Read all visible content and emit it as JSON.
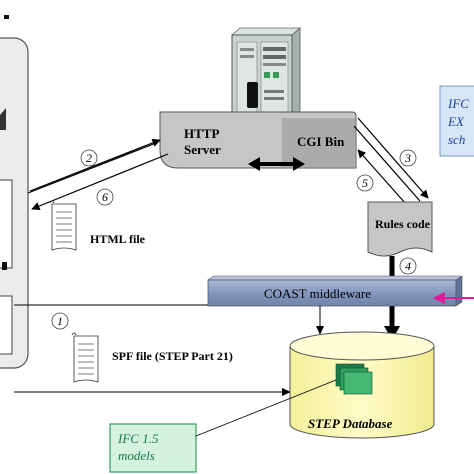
{
  "http_server": {
    "line1": "HTTP",
    "line2": "Server"
  },
  "cgi_bin": "CGI Bin",
  "rules_code": "Rules code",
  "html_file": "HTML file",
  "middleware": "COAST middleware",
  "spf_file": "SPF file (STEP Part 21)",
  "database": "STEP Database",
  "ifc_models": {
    "line1": "IFC 1.5",
    "line2": "models"
  },
  "ifc_schema": {
    "line1": "IFC",
    "line2": "EX",
    "line3": "sch"
  },
  "step_numbers": [
    "1",
    "2",
    "3",
    "4",
    "5",
    "6"
  ],
  "colors": {
    "server_gray": "#c8c8c8",
    "middleware_blue": "#8fa3c4",
    "database_yellow": "#fffbb3",
    "models_green": "#2e9e5e",
    "schema_box": "#b9d3ee",
    "schema_text": "#1f3f9e",
    "pink_arrow": "#e21a9a"
  }
}
